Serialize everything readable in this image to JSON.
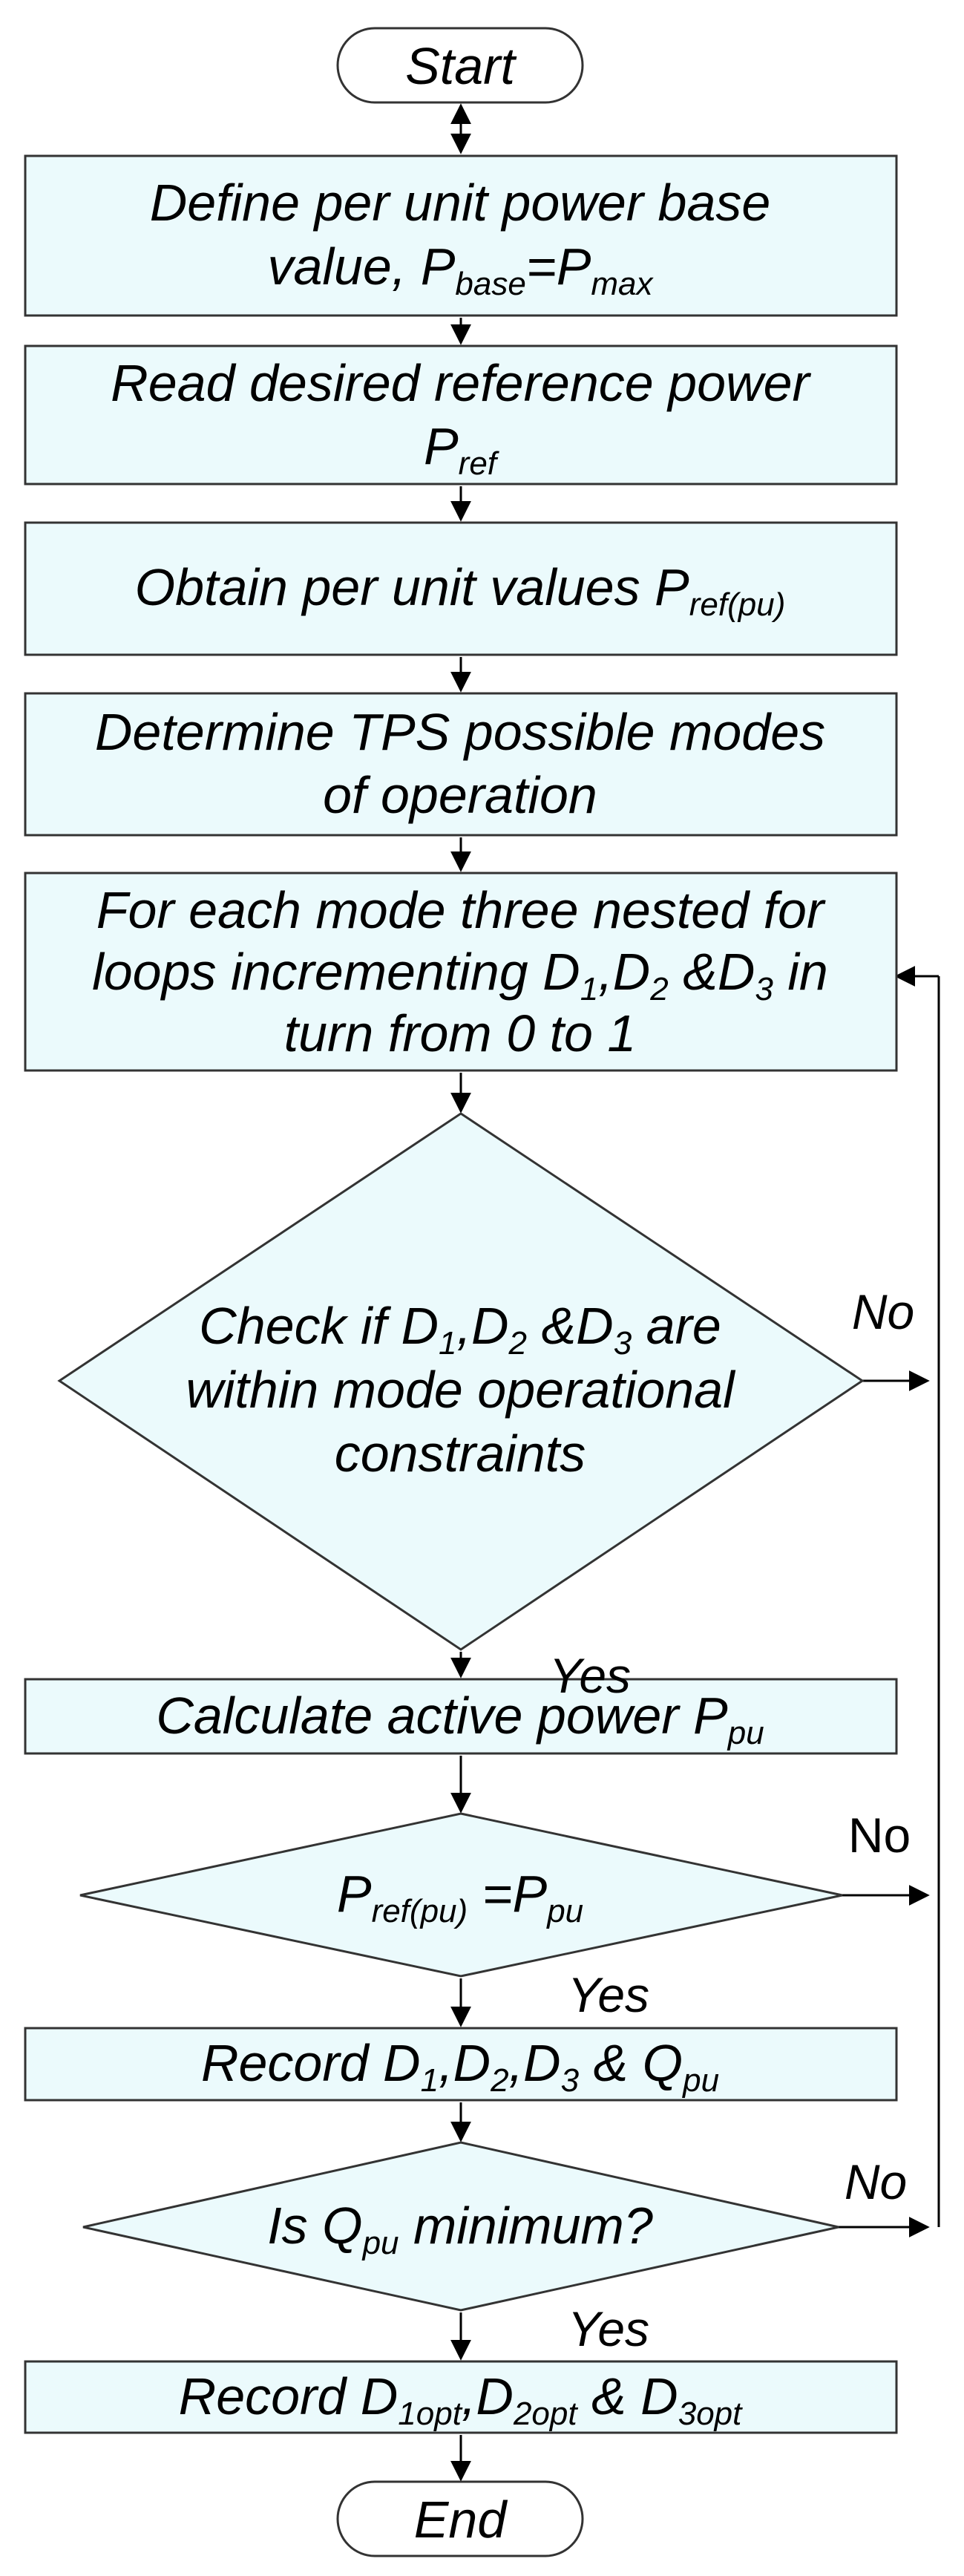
{
  "flowchart": {
    "start": "Start",
    "step1": {
      "line1": "Define per unit power base",
      "line2_a": "value, P",
      "line2_sub1": "base",
      "line2_b": "=P",
      "line2_sub2": "max"
    },
    "step2": {
      "line1": "Read  desired  reference power",
      "line2_a": "P",
      "line2_sub": "ref"
    },
    "step3": {
      "line_a": "Obtain per unit values P",
      "line_sub": "ref(pu)"
    },
    "step4": {
      "line1": "Determine TPS possible modes",
      "line2": "of operation"
    },
    "step5": {
      "line1": "For each mode three nested for",
      "line2_a": "loops incrementing D",
      "line2_s1": "1",
      "line2_b": ",D",
      "line2_s2": "2",
      "line2_c": " &D",
      "line2_s3": "3",
      "line2_d": " in",
      "line3": "turn from 0 to 1"
    },
    "decision1": {
      "line1_a": "Check if D",
      "line1_s1": "1",
      "line1_b": ",D",
      "line1_s2": "2",
      "line1_c": " &D",
      "line1_s3": "3",
      "line1_d": " are",
      "line2": "within mode operational",
      "line3": "constraints"
    },
    "step6": {
      "line_a": "Calculate active power P",
      "line_sub": "pu"
    },
    "decision2": {
      "line_a": "P",
      "line_s1": "ref(pu)",
      "line_b": " =P",
      "line_s2": "pu"
    },
    "step7": {
      "line_a": "Record D",
      "line_s1": "1",
      "line_b": ",D",
      "line_s2": "2",
      "line_c": ",D",
      "line_s3": "3",
      "line_d": " & Q",
      "line_s4": "pu"
    },
    "decision3": {
      "line_a": "Is Q",
      "line_sub": "pu",
      "line_b": " minimum?"
    },
    "step8": {
      "line_a": "Record D",
      "line_s1": "1opt",
      "line_b": ",D",
      "line_s2": "2opt",
      "line_c": " & D",
      "line_s3": "3opt"
    },
    "end": "End",
    "edge_labels": {
      "no1": "No",
      "yes1": "Yes",
      "no2": "No",
      "yes2": "Yes",
      "no3": "No",
      "yes3": "Yes"
    }
  }
}
